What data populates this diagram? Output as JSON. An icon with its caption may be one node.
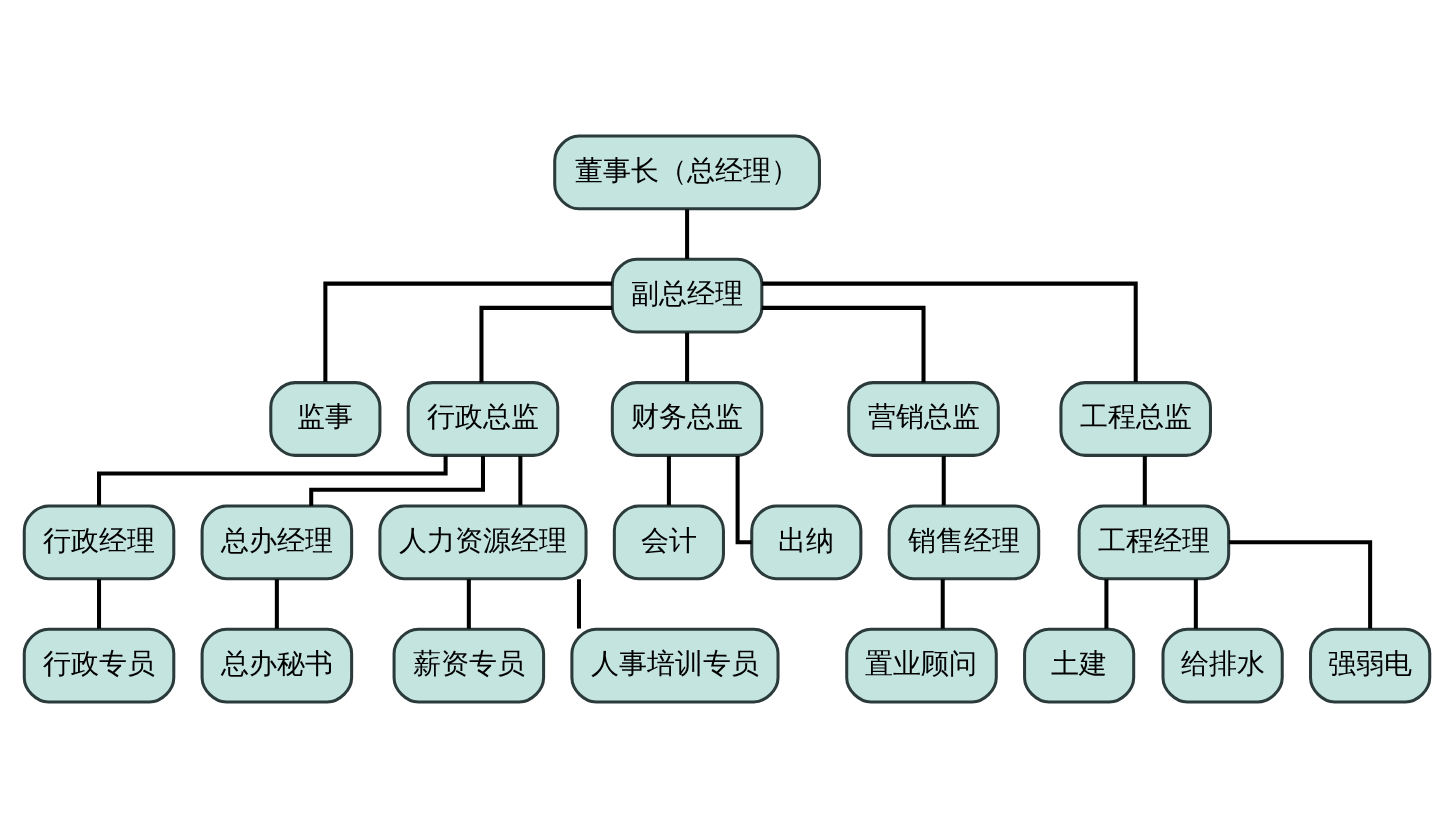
{
  "diagram": {
    "nodes": [
      {
        "text": [
          "董事长（总经理）"
        ]
      },
      {
        "text": [
          "副总经理"
        ]
      },
      {
        "text": [
          "监事"
        ]
      },
      {
        "text": [
          "行政总监"
        ]
      },
      {
        "text": [
          "财务总监"
        ]
      },
      {
        "text": [
          "营销总监"
        ]
      },
      {
        "text": [
          "工程总监"
        ]
      },
      {
        "text": [
          "行政经理"
        ]
      },
      {
        "text": [
          "总办经理"
        ]
      },
      {
        "text": [
          "人力资源经理"
        ]
      },
      {
        "text": [
          "会计"
        ]
      },
      {
        "text": [
          "出纳"
        ]
      },
      {
        "text": [
          "销售经理"
        ]
      },
      {
        "text": [
          "工程经理"
        ]
      },
      {
        "text": [
          "行政专员"
        ]
      },
      {
        "text": [
          "总办秘书"
        ]
      },
      {
        "text": [
          "薪资专员"
        ]
      },
      {
        "text": [
          "人事培训专员"
        ]
      },
      {
        "text": [
          "置业顾问"
        ]
      },
      {
        "text": [
          "土建"
        ]
      },
      {
        "text": [
          "给排水"
        ]
      },
      {
        "text": [
          "强弱电"
        ]
      }
    ],
    "edges": [
      {
        "from": 0,
        "to": 1,
        "arrow": "none"
      },
      {
        "from": 1,
        "to": 2,
        "arrow": "none"
      },
      {
        "from": 1,
        "to": 3,
        "arrow": "none"
      },
      {
        "from": 1,
        "to": 4,
        "arrow": "none"
      },
      {
        "from": 1,
        "to": 5,
        "arrow": "none"
      },
      {
        "from": 1,
        "to": 6,
        "arrow": "none"
      },
      {
        "from": 3,
        "to": 7,
        "arrow": "none"
      },
      {
        "from": 3,
        "to": 8,
        "arrow": "none"
      },
      {
        "from": 3,
        "to": 9,
        "arrow": "none"
      },
      {
        "from": 4,
        "to": 10,
        "arrow": "none"
      },
      {
        "from": 4,
        "to": 11,
        "arrow": "none"
      },
      {
        "from": 5,
        "to": 12,
        "arrow": "none"
      },
      {
        "from": 6,
        "to": 13,
        "arrow": "none"
      },
      {
        "from": 7,
        "to": 14,
        "arrow": "none"
      },
      {
        "from": 8,
        "to": 15,
        "arrow": "none"
      },
      {
        "from": 9,
        "to": 16,
        "arrow": "none"
      },
      {
        "from": 9,
        "to": 17,
        "arrow": "none"
      },
      {
        "from": 12,
        "to": 18,
        "arrow": "none"
      },
      {
        "from": 13,
        "to": 19,
        "arrow": "none"
      },
      {
        "from": 13,
        "to": 20,
        "arrow": "none"
      },
      {
        "from": 13,
        "to": 21,
        "arrow": "none"
      }
    ]
  }
}
